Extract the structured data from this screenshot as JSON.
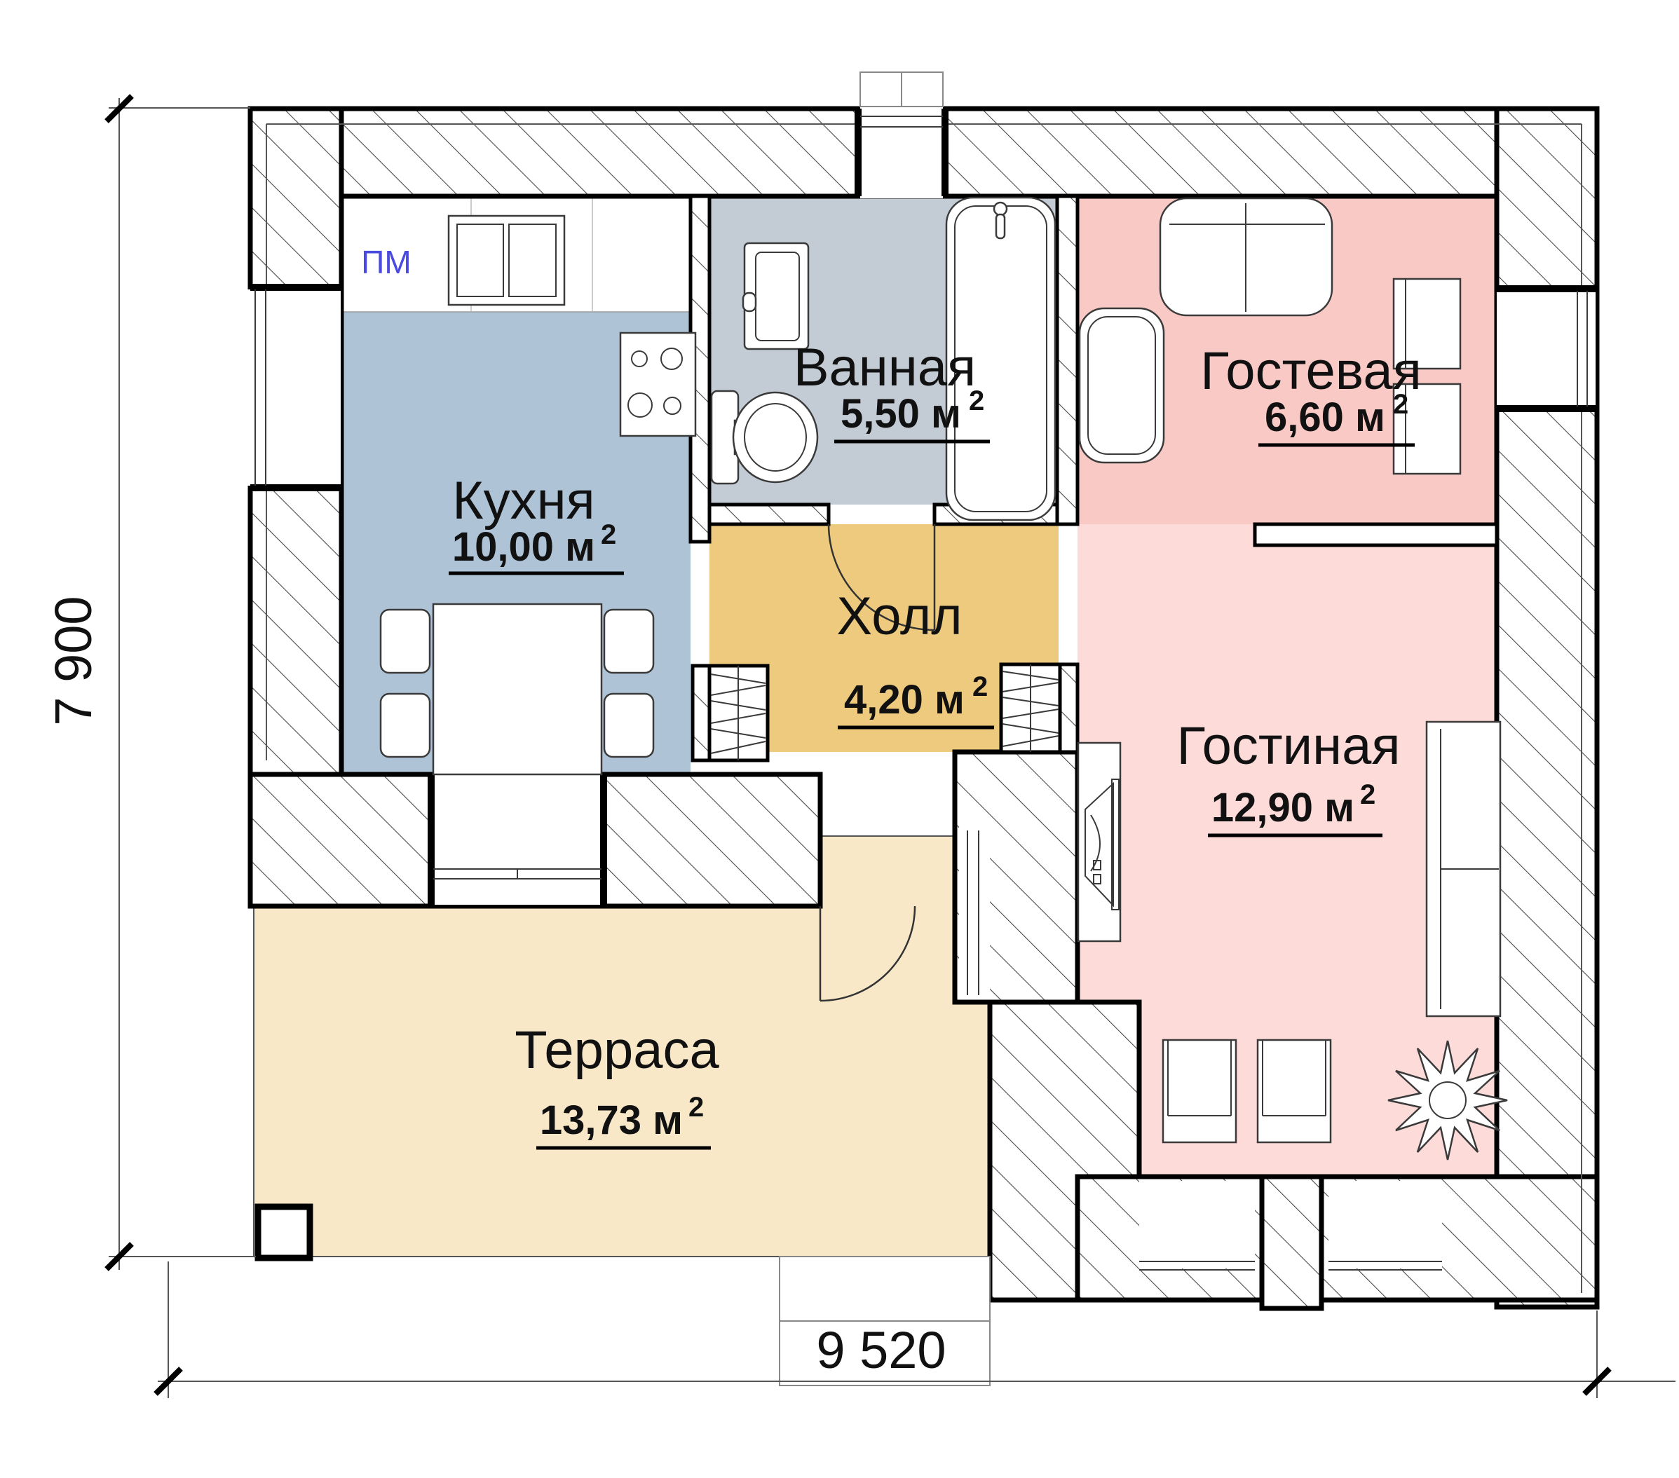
{
  "labels": {
    "pm": "ПМ",
    "sup": "2"
  },
  "dimensions": {
    "width": "9 520",
    "height": "7 900"
  },
  "rooms": {
    "kitchen": {
      "name": "Кухня",
      "area": "10,00 м²",
      "area_text": "10,00 м",
      "color": "#afc3d6"
    },
    "bathroom": {
      "name": "Ванная",
      "area": "5,50 м²",
      "area_text": "5,50 м",
      "color": "#c3ccd5"
    },
    "guest": {
      "name": "Гостевая",
      "area": "6,60 м²",
      "area_text": "6,60 м",
      "color": "#f9c9c6"
    },
    "hall": {
      "name": "Холл",
      "area": "4,20 м²",
      "area_text": "4,20 м",
      "color": "#edca7d"
    },
    "living": {
      "name": "Гостиная",
      "area": "12,90 м²",
      "area_text": "12,90 м",
      "color": "#fcdbd9"
    },
    "terrace": {
      "name": "Терраса",
      "area": "13,73 м²",
      "area_text": "13,73 м",
      "color": "#f8e8c8"
    }
  },
  "colors": {
    "wall_hatch": "#444444",
    "outline": "#000000",
    "pm_text": "#4a4ae0"
  }
}
